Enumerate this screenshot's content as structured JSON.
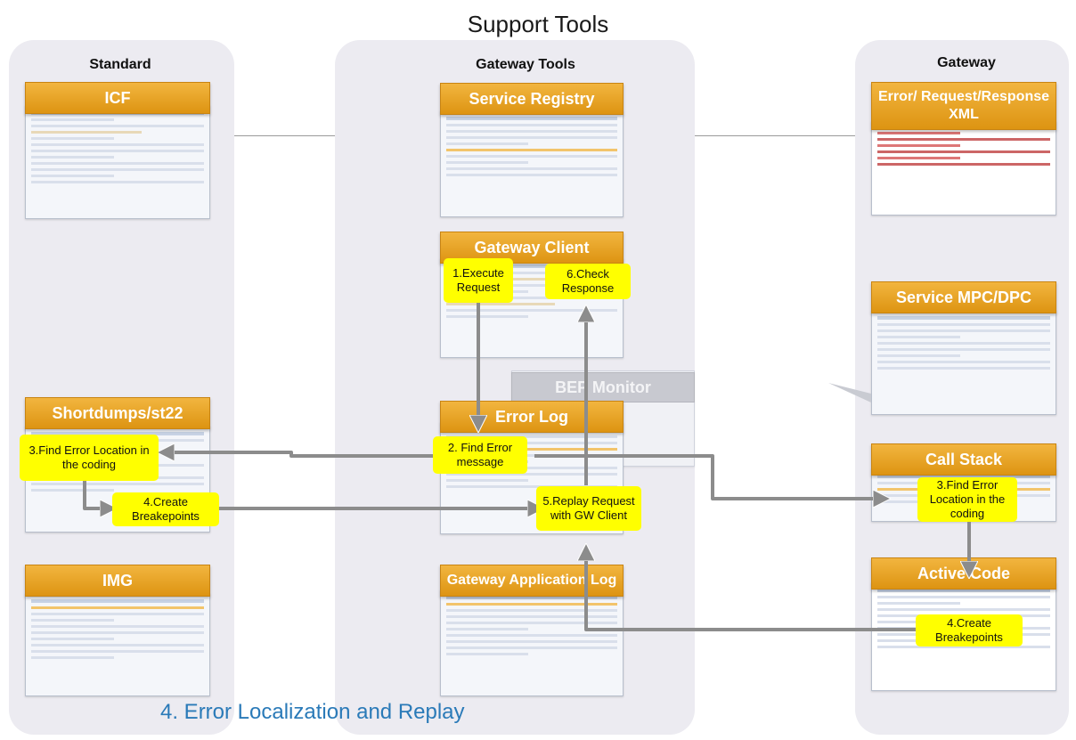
{
  "title": "Support Tools",
  "caption": "4. Error Localization and Replay",
  "columns": {
    "standard": "Standard",
    "gateway_tools": "Gateway Tools",
    "gateway": "Gateway"
  },
  "tools": {
    "icf": "ICF",
    "shortdumps": "Shortdumps/st22",
    "img": "IMG",
    "service_registry": "Service Registry",
    "gateway_client": "Gateway Client",
    "bep_monitor": "BEP Monitor",
    "error_log": "Error Log",
    "gateway_application_log": "Gateway Application Log",
    "error_xml": "Error/ Request/Response XML",
    "service_mpc_dpc": "Service MPC/DPC",
    "call_stack": "Call Stack",
    "active_code": "Active Code"
  },
  "steps": {
    "execute_request": "1.Execute Request",
    "find_error_message": "2. Find Error message",
    "find_error_location_left": "3.Find Error Location in the coding",
    "create_breakpoints_left": "4.Create Breakepoints",
    "replay_request": "5.Replay Request with GW Client",
    "check_response": "6.Check Response",
    "find_error_location_right": "3.Find Error Location in the coding",
    "create_breakpoints_right": "4.Create Breakepoints"
  },
  "colors": {
    "header_orange": "#e7a11f",
    "note_yellow": "#ffff00",
    "arrow_gray": "#8c8c8c",
    "caption_blue": "#2a7ab8",
    "column_bg": "#ecebf1"
  }
}
